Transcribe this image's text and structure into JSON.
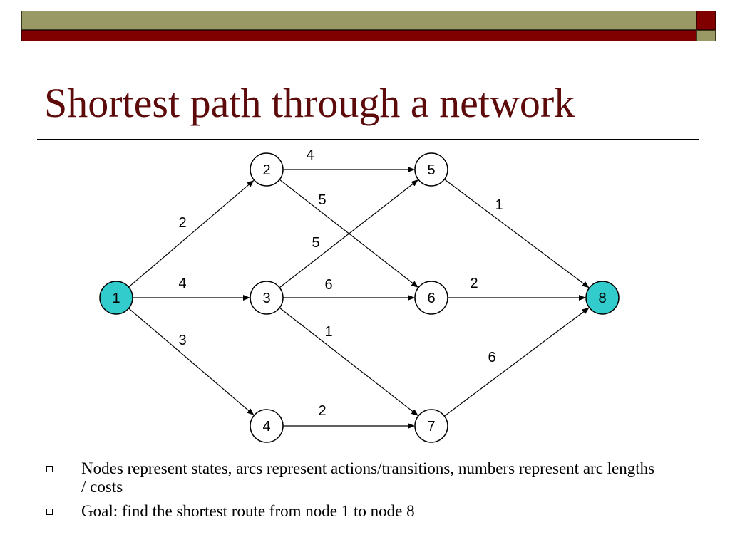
{
  "slide": {
    "title": "Shortest path through a network"
  },
  "graph": {
    "nodes": [
      {
        "id": "1",
        "highlighted": true
      },
      {
        "id": "2",
        "highlighted": false
      },
      {
        "id": "3",
        "highlighted": false
      },
      {
        "id": "4",
        "highlighted": false
      },
      {
        "id": "5",
        "highlighted": false
      },
      {
        "id": "6",
        "highlighted": false
      },
      {
        "id": "7",
        "highlighted": false
      },
      {
        "id": "8",
        "highlighted": true
      }
    ],
    "edges": [
      {
        "from": "1",
        "to": "2",
        "weight": "2"
      },
      {
        "from": "1",
        "to": "3",
        "weight": "4"
      },
      {
        "from": "1",
        "to": "4",
        "weight": "3"
      },
      {
        "from": "2",
        "to": "5",
        "weight": "4"
      },
      {
        "from": "2",
        "to": "6",
        "weight": "5"
      },
      {
        "from": "3",
        "to": "5",
        "weight": "5"
      },
      {
        "from": "3",
        "to": "6",
        "weight": "6"
      },
      {
        "from": "3",
        "to": "7",
        "weight": "1"
      },
      {
        "from": "4",
        "to": "7",
        "weight": "2"
      },
      {
        "from": "5",
        "to": "8",
        "weight": "1"
      },
      {
        "from": "6",
        "to": "8",
        "weight": "2"
      },
      {
        "from": "7",
        "to": "8",
        "weight": "6"
      }
    ]
  },
  "colors": {
    "highlight_fill": "#33cccc",
    "node_fill": "#ffffff",
    "title": "#5c0a0a",
    "band_light": "#999966",
    "band_dark": "#800000"
  },
  "bullets": [
    "Nodes represent states, arcs represent actions/transitions, numbers represent arc lengths / costs",
    "Goal: find the shortest route from node 1 to node 8"
  ]
}
